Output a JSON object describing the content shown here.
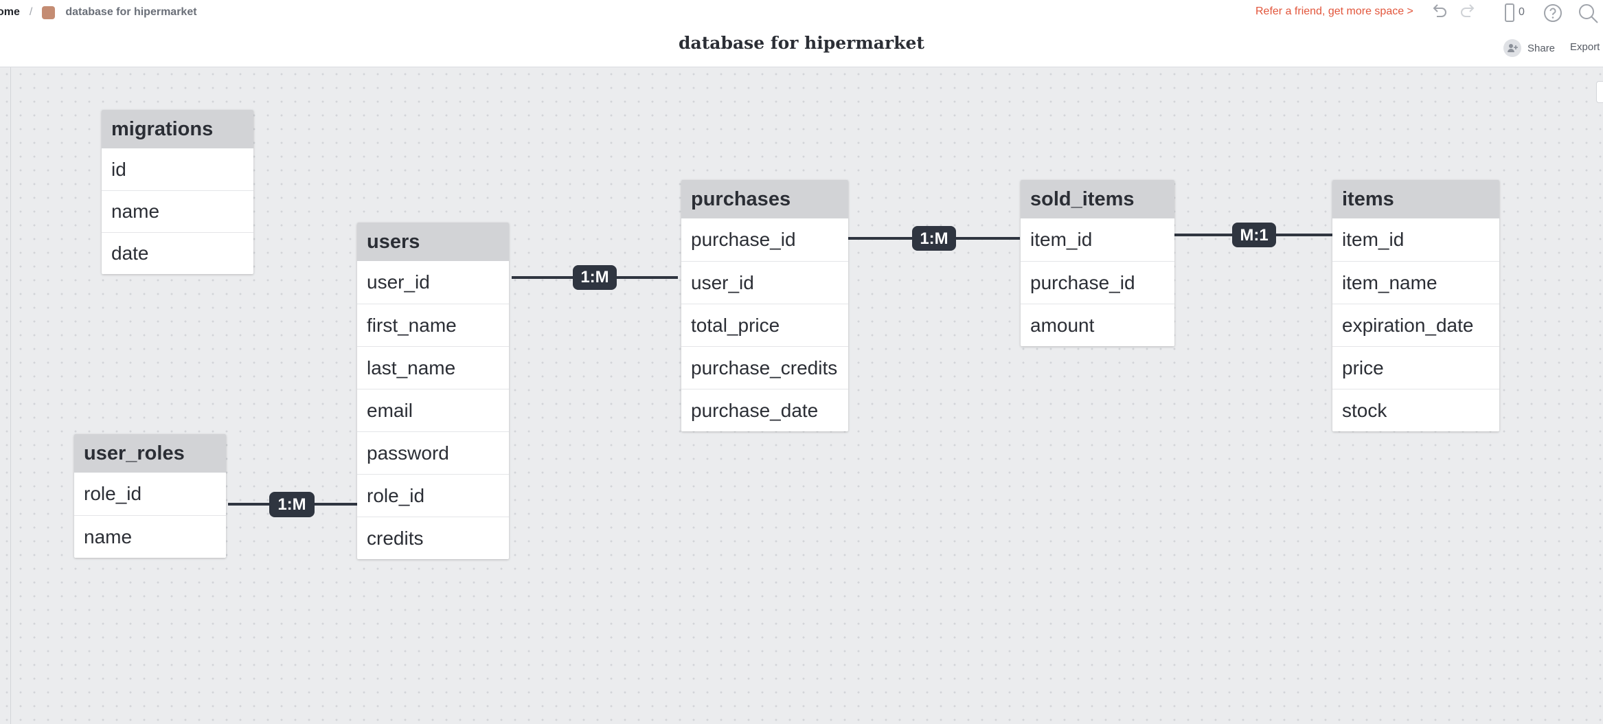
{
  "breadcrumb": {
    "home": "ome",
    "separator": "/",
    "doc": "database for hipermarket"
  },
  "document_title": "database for hipermarket",
  "toolbar": {
    "refer": "Refer a friend, get more space >",
    "device_count": "0",
    "share": "Share",
    "export": "Export",
    "icons": [
      "undo-icon",
      "redo-icon",
      "device-icon",
      "help-icon",
      "search-icon"
    ]
  },
  "colors": {
    "doc_swatch": "#c48c73",
    "refer_link": "#e2553b",
    "connector": "#2f3540"
  },
  "entities": [
    {
      "name": "migrations",
      "fields": [
        "id",
        "name",
        "date"
      ]
    },
    {
      "name": "users",
      "fields": [
        "user_id",
        "first_name",
        "last_name",
        "email",
        "password",
        "role_id",
        "credits"
      ]
    },
    {
      "name": "purchases",
      "fields": [
        "purchase_id",
        "user_id",
        "total_price",
        "purchase_credits",
        "purchase_date"
      ]
    },
    {
      "name": "sold_items",
      "fields": [
        "item_id",
        "purchase_id",
        "amount"
      ]
    },
    {
      "name": "items",
      "fields": [
        "item_id",
        "item_name",
        "expiration_date",
        "price",
        "stock"
      ]
    },
    {
      "name": "user_roles",
      "fields": [
        "role_id",
        "name"
      ]
    }
  ],
  "relationships": [
    {
      "from": "users.user_id",
      "to": "purchases.user_id",
      "label": "1:M"
    },
    {
      "from": "purchases.purchase_id",
      "to": "sold_items.item_id",
      "label": "1:M"
    },
    {
      "from": "sold_items.item_id",
      "to": "items.item_id",
      "label": "M:1"
    },
    {
      "from": "user_roles.role_id",
      "to": "users.role_id",
      "label": "1:M"
    }
  ]
}
